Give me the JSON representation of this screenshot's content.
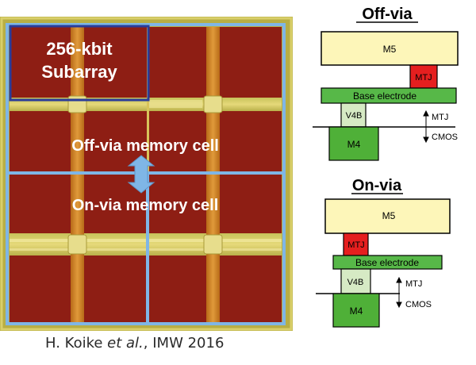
{
  "chip_photo": {
    "subarray_label_line1": "256-kbit",
    "subarray_label_line2": "Subarray",
    "off_via_cell_label": "Off-via memory cell",
    "on_via_cell_label": "On-via memory cell",
    "colors": {
      "array_red": "#8e1e14",
      "strap_yellow": "#c8c35a",
      "strap_orange": "#c77a1e",
      "outline_blue": "#7fb6e6",
      "subarray_frame": "#2a3c9a",
      "arrow_blue": "#7fb6e6"
    }
  },
  "off_via": {
    "title": "Off-via",
    "m5": "M5",
    "mtj": "MTJ",
    "base_electrode": "Base electrode",
    "v4b": "V4B",
    "m4": "M4",
    "up_label": "MTJ",
    "down_label": "CMOS"
  },
  "on_via": {
    "title": "On-via",
    "m5": "M5",
    "mtj": "MTJ",
    "base_electrode": "Base electrode",
    "v4b": "V4B",
    "m4": "M4",
    "up_label": "MTJ",
    "down_label": "CMOS"
  },
  "layer_colors": {
    "metal5": "#fdf6b9",
    "mtj": "#e51f1f",
    "base_electrode": "#57b848",
    "via": "#d6eac4",
    "metal4": "#4fb038"
  },
  "citation": {
    "authors": "H. Koike ",
    "etal": "et al.",
    "venue": ", IMW 2016"
  }
}
